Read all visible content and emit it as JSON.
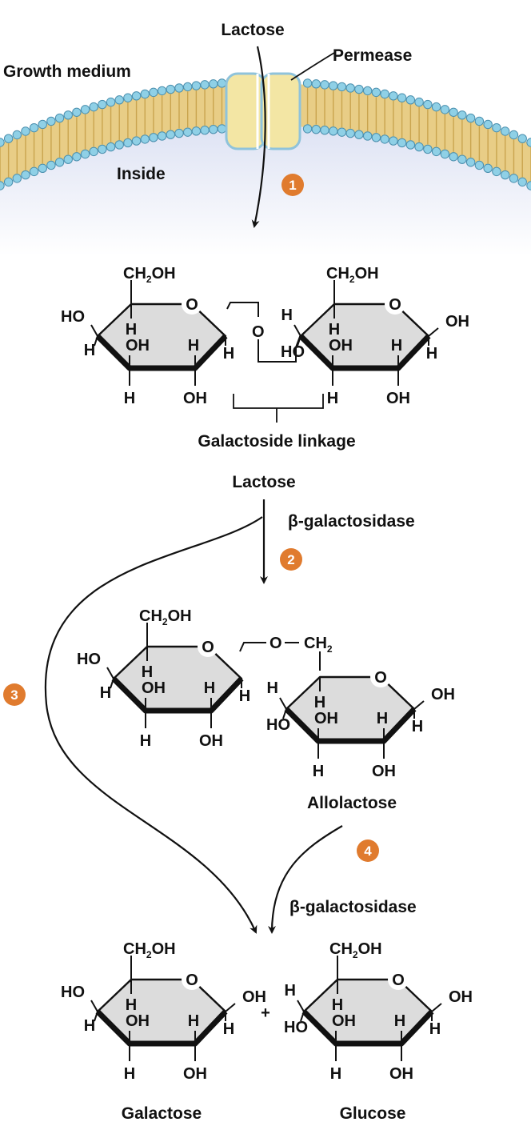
{
  "labels": {
    "lactose_top": "Lactose",
    "permease": "Permease",
    "growth_medium": "Growth medium",
    "inside": "Inside",
    "galactoside_linkage": "Galactoside linkage",
    "lactose_mid": "Lactose",
    "enzyme_1": "β-galactosidase",
    "allolactose": "Allolactose",
    "enzyme_2": "β-galactosidase",
    "plus": "+",
    "galactose": "Galactose",
    "glucose": "Glucose"
  },
  "steps": [
    "1",
    "2",
    "3",
    "4"
  ],
  "chem": {
    "ch2oh": "CH",
    "ch2oh_sub": "2",
    "ch2oh_tail": "OH",
    "ch2": "CH",
    "ch2_sub": "2",
    "ho": "HO",
    "oh": "OH",
    "h": "H",
    "o": "O"
  },
  "colors": {
    "step_badge": "#e07b2e",
    "lipid_head": "#8fd0e6",
    "lipid_tail": "#e8cd86",
    "permease": "#f3e6a4",
    "ring_fill": "#dcdcdc",
    "inside_tint": "#dfe4f3"
  }
}
